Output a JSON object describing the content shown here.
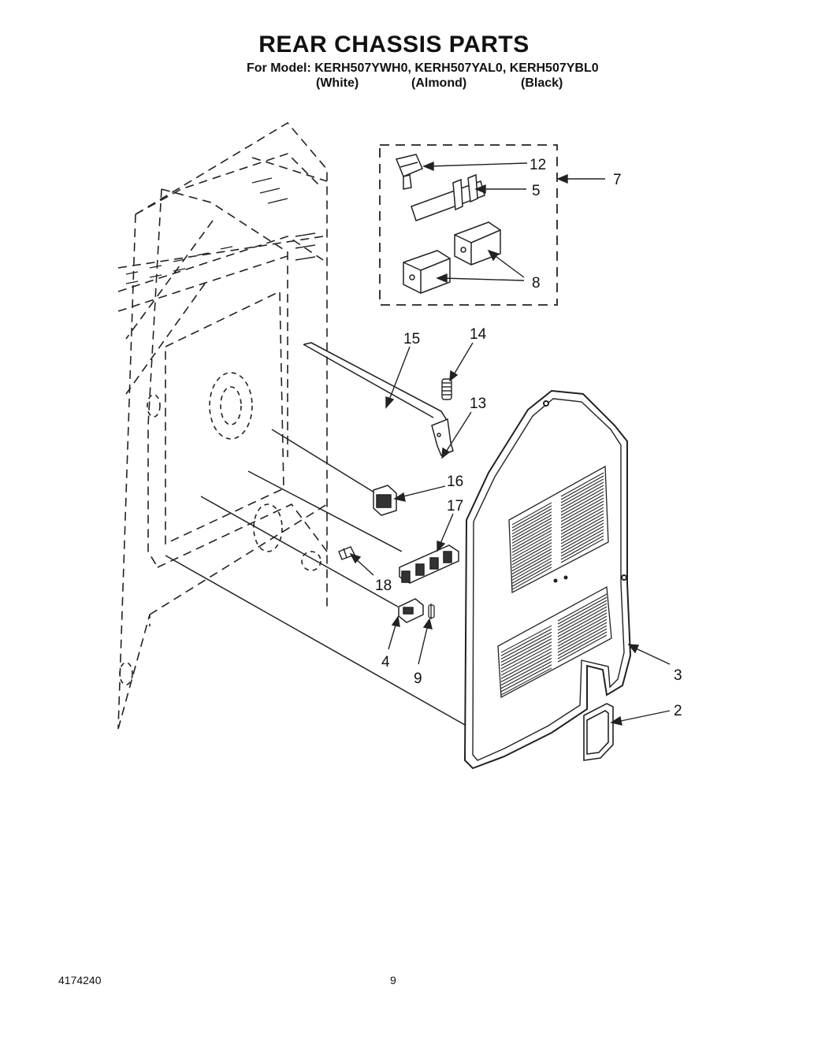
{
  "header": {
    "title": "REAR CHASSIS PARTS",
    "model_line": "For Model: KERH507YWH0, KERH507YAL0, KERH507YBL0",
    "finishes": [
      "(White)",
      "(Almond)",
      "(Black)"
    ]
  },
  "callouts": {
    "p2": "2",
    "p3": "3",
    "p4": "4",
    "p5": "5",
    "p7": "7",
    "p8": "8",
    "p9": "9",
    "p12": "12",
    "p13": "13",
    "p14": "14",
    "p15": "15",
    "p16": "16",
    "p17": "17",
    "p18": "18"
  },
  "footer": {
    "doc_number": "4174240",
    "page_number": "9"
  }
}
